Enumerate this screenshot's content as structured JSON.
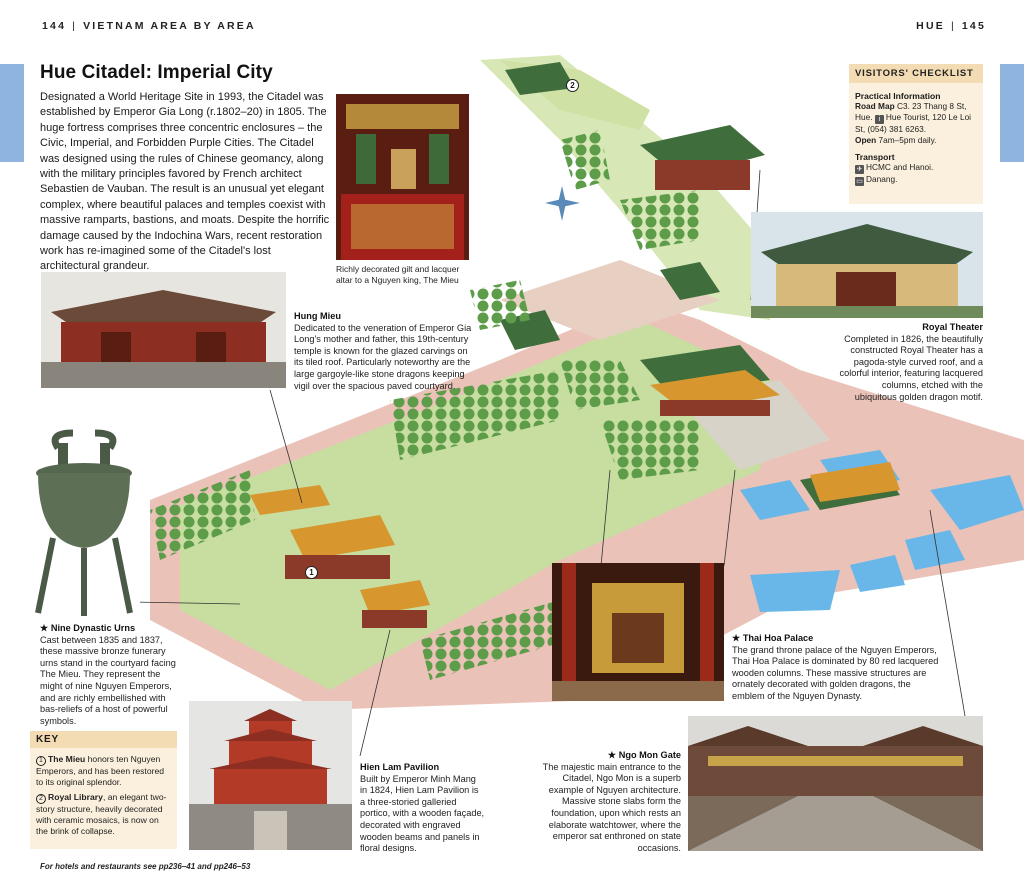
{
  "header": {
    "left_page": "144",
    "left_section": "VIETNAM AREA BY AREA",
    "right_section": "HUE",
    "right_page": "145"
  },
  "title": "Hue Citadel: Imperial City",
  "intro": "Designated a World Heritage Site in 1993, the Citadel was established by Emperor Gia Long (r.1802–20) in 1805. The huge fortress comprises three concentric enclosures – the Civic, Imperial, and Forbidden Purple Cities. The Citadel was designed using the rules of Chinese geomancy, along with the military principles favored by French architect Sebastien de Vauban. The result is an unusual yet elegant complex, where beautiful palaces and temples coexist with massive ramparts, bastions, and moats. Despite the horrific damage caused by the Indochina Wars, recent restoration work has re-imagined some of the Citadel's lost architectural grandeur.",
  "altar_caption": "Richly decorated gilt and lacquer altar to a Nguyen king, The Mieu",
  "hung_mieu": {
    "title": "Hung Mieu",
    "text": "Dedicated to the veneration of Emperor Gia Long's mother and father, this 19th-century temple is known for the glazed carvings on its tiled roof. Particularly noteworthy are the large gargoyle-like stone dragons keeping vigil over the spacious paved courtyard."
  },
  "urns": {
    "star": "★",
    "title": "Nine Dynastic Urns",
    "text": "Cast between 1835 and 1837, these massive bronze funerary urns stand in the courtyard facing The Mieu. They represent the might of nine Nguyen Emperors, and are richly embellished with bas-reliefs of a host of powerful symbols."
  },
  "royal_theater": {
    "title": "Royal Theater",
    "text": "Completed in 1826, the beautifully constructed Royal Theater has a pagoda-style curved roof, and a colorful interior, featuring lacquered columns, etched with the ubiquitous golden dragon motif."
  },
  "thai_hoa": {
    "star": "★",
    "title": "Thai Hoa Palace",
    "text": "The grand throne palace of the Nguyen Emperors, Thai Hoa Palace is dominated by 80 red lacquered wooden columns. These massive structures are ornately decorated with golden dragons, the emblem of the Nguyen Dynasty."
  },
  "ngo_mon": {
    "star": "★",
    "title": "Ngo Mon Gate",
    "text": "The majestic main entrance to the Citadel, Ngo Mon is a superb example of Nguyen architecture. Massive stone slabs form the foundation, upon which rests an elaborate watchtower, where the emperor sat enthroned on state occasions."
  },
  "hien_lam": {
    "title": "Hien Lam Pavilion",
    "text": "Built by Emperor Minh Mang in 1824, Hien Lam Pavilion is a three-storied galleried portico, with a wooden façade, decorated with engraved wooden beams and panels in floral designs."
  },
  "checklist": {
    "heading": "VISITORS' CHECKLIST",
    "practical_heading": "Practical Information",
    "road_map_label": "Road Map",
    "road_map_text": "C3. 23 Thang 8 St, Hue.",
    "info_icon": "i",
    "tourist_text": "Hue Tourist, 120 Le Loi St, (054) 381 6263.",
    "open_label": "Open",
    "open_text": "7am–5pm daily.",
    "transport_heading": "Transport",
    "transport_1": "HCMC and Hanoi.",
    "transport_2": "Danang."
  },
  "key": {
    "heading": "KEY",
    "item1_num": "1",
    "item1_bold": "The Mieu",
    "item1_text": "honors ten Nguyen Emperors, and has been restored to its original splendor.",
    "item2_num": "2",
    "item2_bold": "Royal Library",
    "item2_text": ", an elegant two-story structure, heavily decorated with ceramic mosaics, is now on the brink of collapse."
  },
  "map_markers": {
    "one": "1",
    "two": "2"
  },
  "footer": "For hotels and restaurants see pp236–41 and pp246–53",
  "colors": {
    "tab_blue": "#8fb4e0",
    "panel_bg": "#fbf0dd",
    "panel_head": "#f3dcb3",
    "rampart": "#d98f7e",
    "lawn": "#b9d98a",
    "roof_green": "#3f6e3c",
    "roof_gold": "#d7962e",
    "water": "#69b7e8"
  }
}
